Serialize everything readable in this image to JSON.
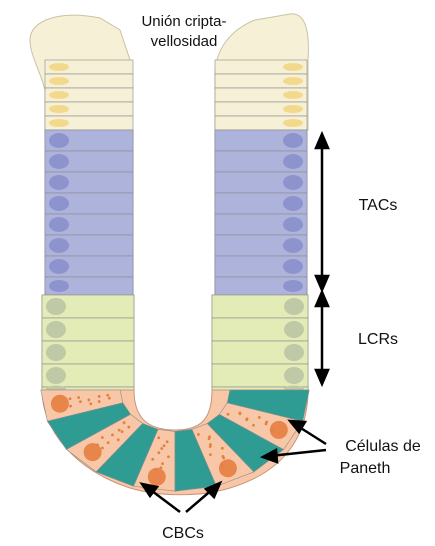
{
  "labels": {
    "junction_line1": "Unión cripta-",
    "junction_line2": "vellosidad",
    "tacs": "TACs",
    "lcrs": "LCRs",
    "paneth_line1": "Células de",
    "paneth_line2": "Paneth",
    "cbcs": "CBCs"
  },
  "colors": {
    "villus_cells": "#f6f0d6",
    "villus_nucleus": "#f3d98c",
    "tac_cells": "#aeb3dc",
    "tac_nucleus": "#8d93cc",
    "lcr_cells": "#e3ecb7",
    "lcr_nucleus": "#bfc9a6",
    "paneth_cells": "#f7c7a8",
    "paneth_granules": "#e0823e",
    "paneth_nucleus": "#e8854a",
    "cbc_cells": "#2f9c94",
    "outline": "#8a8a8a",
    "arrow": "#000000"
  }
}
